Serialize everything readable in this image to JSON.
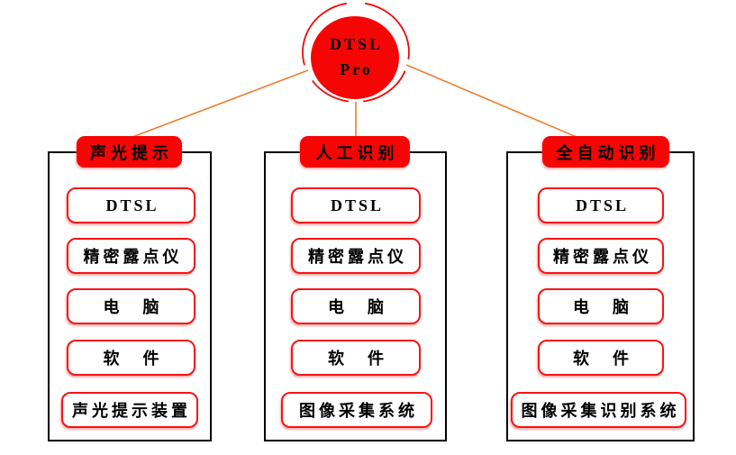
{
  "root": {
    "line1": "DTSL",
    "line2": "Pro"
  },
  "columns": [
    {
      "header": "声光提示",
      "items": [
        "DTSL",
        "精密露点仪",
        "电　脑",
        "软　件",
        "声光提示装置"
      ]
    },
    {
      "header": "人工识别",
      "items": [
        "DTSL",
        "精密露点仪",
        "电　脑",
        "软　件",
        "图像采集系统"
      ]
    },
    {
      "header": "全自动识别",
      "items": [
        "DTSL",
        "精密露点仪",
        "电　脑",
        "软　件",
        "图像采集识别系统"
      ]
    }
  ],
  "colors": {
    "node_red": "#f60505",
    "item_border_red": "#f81414",
    "connector_orange": "#ed7d31",
    "container_border": "#000000",
    "text": "#000000",
    "background": "#ffffff"
  }
}
